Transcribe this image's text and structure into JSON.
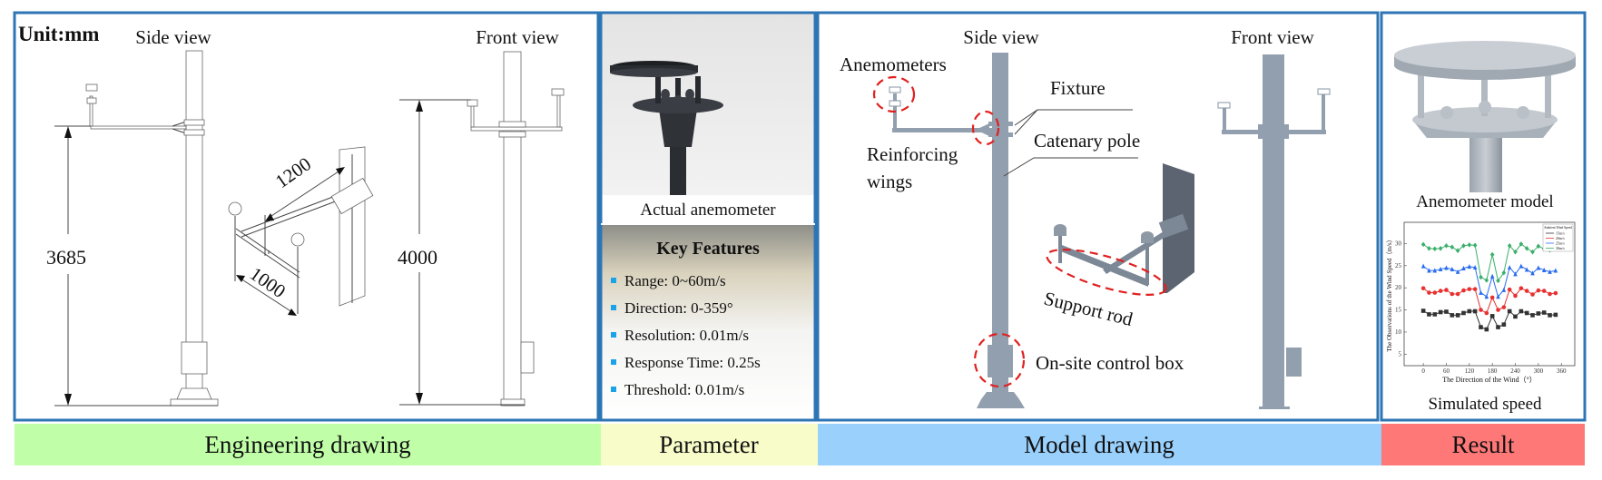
{
  "engineering": {
    "unit": "Unit:mm",
    "side_view": "Side view",
    "front_view": "Front view",
    "dim_side_height": "3685",
    "dim_front_height": "4000",
    "dim_arm_length": "1200",
    "dim_crossbar_length": "1000"
  },
  "parameter": {
    "photo_caption": "Actual anemometer",
    "features_title": "Key Features",
    "features": [
      "Range: 0~60m/s",
      "Direction: 0-359°",
      "Resolution: 0.01m/s",
      "Response Time: 0.25s",
      "Threshold: 0.01m/s"
    ],
    "bullet_color": "#1aa3e8"
  },
  "model": {
    "side_view": "Side view",
    "front_view": "Front view",
    "anemometers": "Anemometers",
    "fixture": "Fixture",
    "reinforcing_wings": [
      "Reinforcing",
      "wings"
    ],
    "catenary_pole": "Catenary pole",
    "support_rod": "Support rod",
    "control_box": "On-site control box",
    "highlight_color": "#e02020"
  },
  "result": {
    "model_caption": "Anemometer model",
    "chart_caption": "Simulated speed"
  },
  "labels": [
    {
      "text": "Engineering drawing",
      "color": "#c0ffa8"
    },
    {
      "text": "Parameter",
      "color": "#f8fcc8"
    },
    {
      "text": "Model drawing",
      "color": "#99d0fc"
    },
    {
      "text": "Result",
      "color": "#ff7878"
    }
  ],
  "panel_border_color": "#2e75b6",
  "chart_data": {
    "type": "line",
    "xlabel": "The Direction of the Wind（°）",
    "ylabel": "The Observations of the Wind Speed（m/s）",
    "xlim": [
      -50,
      395
    ],
    "ylim": [
      2.4,
      34.8
    ],
    "xticks": [
      0,
      60,
      120,
      180,
      240,
      300,
      360
    ],
    "yticks": [
      5,
      10,
      15,
      20,
      25,
      30
    ],
    "legend_title": "Ambient Wind Speed",
    "legend": "top-right",
    "grid": false,
    "x": [
      0,
      15,
      30,
      45,
      60,
      75,
      90,
      105,
      120,
      135,
      150,
      165,
      180,
      195,
      210,
      225,
      240,
      255,
      270,
      285,
      300,
      315,
      330,
      345
    ],
    "series": [
      {
        "name": "15m/s",
        "color": "#333333",
        "marker": "square",
        "values": [
          14.8,
          14.0,
          14.0,
          14.5,
          14.6,
          13.8,
          13.8,
          14.3,
          14.7,
          14.7,
          11.1,
          10.6,
          13.6,
          11.1,
          11.7,
          14.7,
          13.5,
          14.7,
          14.3,
          13.8,
          14.2,
          14.4,
          13.8,
          13.9
        ]
      },
      {
        "name": "20m/s",
        "color": "#e83030",
        "marker": "circle",
        "values": [
          19.9,
          18.9,
          18.9,
          19.3,
          19.5,
          18.6,
          18.6,
          19.4,
          19.7,
          19.7,
          15.0,
          14.3,
          17.8,
          15.0,
          15.6,
          19.6,
          18.2,
          19.9,
          19.3,
          18.5,
          19.4,
          19.3,
          18.6,
          18.8
        ]
      },
      {
        "name": "25m/s",
        "color": "#2a6cf0",
        "marker": "triangle",
        "values": [
          24.9,
          23.9,
          23.9,
          24.2,
          24.5,
          24.2,
          23.6,
          24.4,
          24.8,
          24.6,
          18.9,
          18.0,
          22.6,
          18.0,
          19.5,
          24.6,
          23.1,
          24.9,
          24.1,
          23.3,
          24.5,
          24.0,
          23.6,
          23.9
        ]
      },
      {
        "name": "30m/s",
        "color": "#3ab06a",
        "marker": "diamond",
        "values": [
          29.8,
          28.9,
          28.8,
          28.9,
          29.5,
          29.2,
          28.4,
          29.5,
          29.7,
          29.6,
          22.4,
          21.7,
          27.5,
          21.6,
          23.4,
          29.5,
          28.1,
          29.9,
          28.9,
          28.1,
          29.4,
          28.8,
          28.5,
          28.9
        ]
      }
    ]
  }
}
